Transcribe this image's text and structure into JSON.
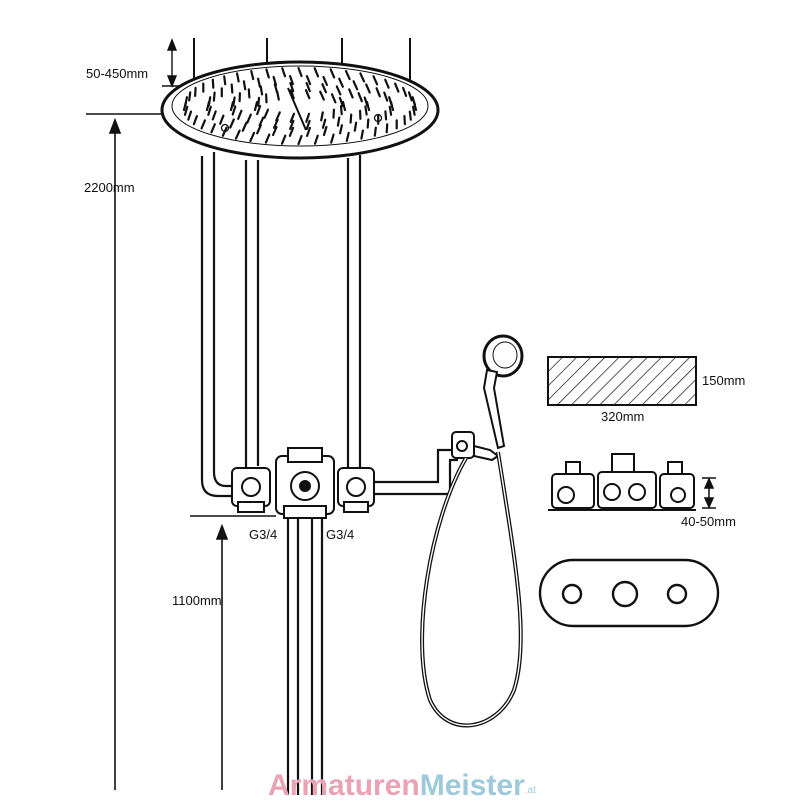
{
  "labels": {
    "head_offset": "50-450mm",
    "head_height": "2200mm",
    "valve_height": "1100mm",
    "inlet_left": "G3/4",
    "inlet_right": "G3/4",
    "box_height": "150mm",
    "box_width": "320mm",
    "wall_depth": "40-50mm"
  },
  "watermark": {
    "brand_part1": "Armaturen",
    "brand_part2": "Meister",
    "tld": ".at",
    "color_part1": "#e9a3b5",
    "color_part2": "#9ec9dd"
  }
}
